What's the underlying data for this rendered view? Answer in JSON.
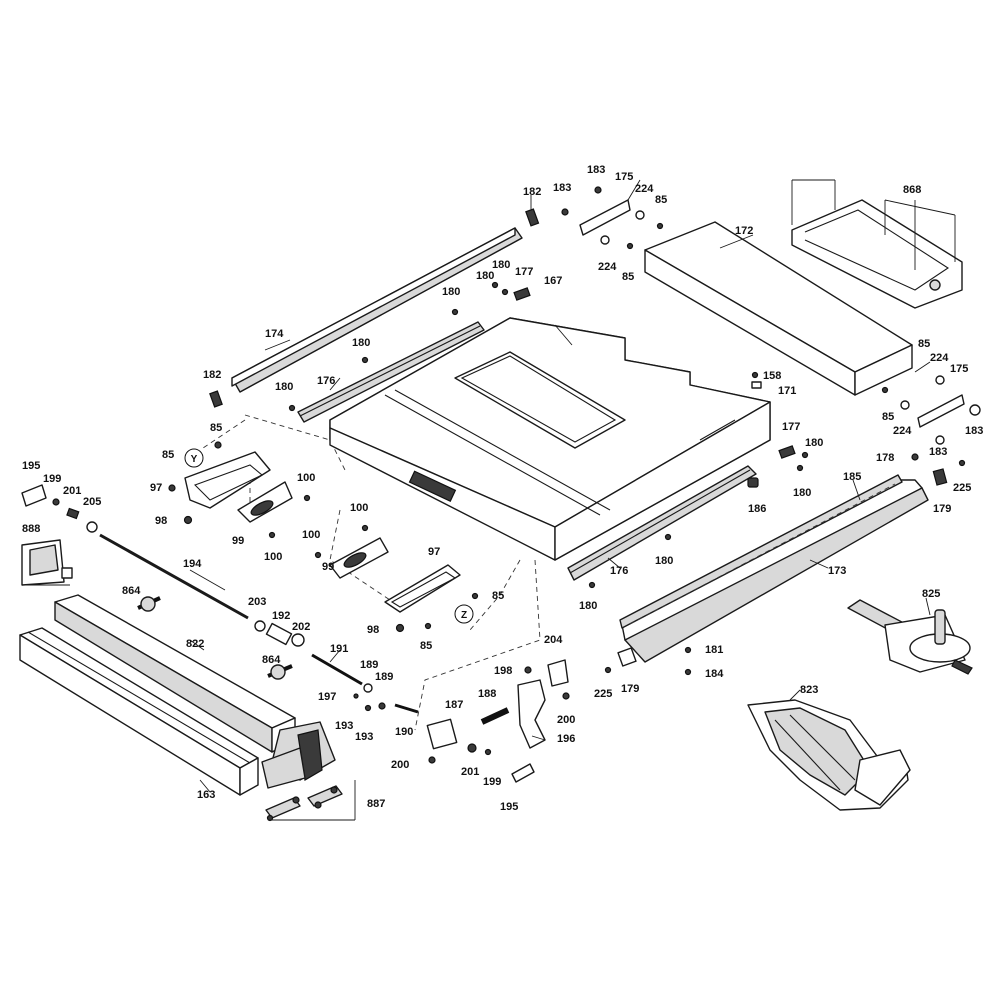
{
  "diagram": {
    "type": "exploded-parts-view",
    "view_markers": [
      "Y",
      "Z"
    ]
  },
  "callouts": [
    {
      "id": "c168",
      "text": "868"
    },
    {
      "id": "c172",
      "text": "172"
    },
    {
      "id": "c183a",
      "text": "183"
    },
    {
      "id": "c183b",
      "text": "183"
    },
    {
      "id": "c175a",
      "text": "175"
    },
    {
      "id": "c224a",
      "text": "224"
    },
    {
      "id": "c85a",
      "text": "85"
    },
    {
      "id": "c224b",
      "text": "224"
    },
    {
      "id": "c85b",
      "text": "85"
    },
    {
      "id": "c182a",
      "text": "182"
    },
    {
      "id": "c180a",
      "text": "180"
    },
    {
      "id": "c180b",
      "text": "180"
    },
    {
      "id": "c177a",
      "text": "177"
    },
    {
      "id": "c167",
      "text": "167"
    },
    {
      "id": "c180c",
      "text": "180"
    },
    {
      "id": "c174",
      "text": "174"
    },
    {
      "id": "c180d",
      "text": "180"
    },
    {
      "id": "c182b",
      "text": "182"
    },
    {
      "id": "c180e",
      "text": "180"
    },
    {
      "id": "c176a",
      "text": "176"
    },
    {
      "id": "c85c",
      "text": "85"
    },
    {
      "id": "c224c",
      "text": "224"
    },
    {
      "id": "c175b",
      "text": "175"
    },
    {
      "id": "c158",
      "text": "158"
    },
    {
      "id": "c171",
      "text": "171"
    },
    {
      "id": "c85d",
      "text": "85"
    },
    {
      "id": "c224d",
      "text": "224"
    },
    {
      "id": "c183c",
      "text": "183"
    },
    {
      "id": "c183d",
      "text": "183"
    },
    {
      "id": "c85e",
      "text": "85"
    },
    {
      "id": "c85f",
      "text": "85"
    },
    {
      "id": "c97a",
      "text": "97"
    },
    {
      "id": "c100a",
      "text": "100"
    },
    {
      "id": "c195a",
      "text": "195"
    },
    {
      "id": "c199a",
      "text": "199"
    },
    {
      "id": "c201a",
      "text": "201"
    },
    {
      "id": "c205",
      "text": "205"
    },
    {
      "id": "c98a",
      "text": "98"
    },
    {
      "id": "c99a",
      "text": "99"
    },
    {
      "id": "c100b",
      "text": "100"
    },
    {
      "id": "c177b",
      "text": "177"
    },
    {
      "id": "c180f",
      "text": "180"
    },
    {
      "id": "c180g",
      "text": "180"
    },
    {
      "id": "c178",
      "text": "178"
    },
    {
      "id": "c225a",
      "text": "225"
    },
    {
      "id": "c185",
      "text": "185"
    },
    {
      "id": "c186",
      "text": "186"
    },
    {
      "id": "c179a",
      "text": "179"
    },
    {
      "id": "c888",
      "text": "888"
    },
    {
      "id": "c100c",
      "text": "100"
    },
    {
      "id": "c100d",
      "text": "100"
    },
    {
      "id": "c180h",
      "text": "180"
    },
    {
      "id": "c176b",
      "text": "176"
    },
    {
      "id": "c173",
      "text": "173"
    },
    {
      "id": "c194",
      "text": "194"
    },
    {
      "id": "c99b",
      "text": "99"
    },
    {
      "id": "c97b",
      "text": "97"
    },
    {
      "id": "c85g",
      "text": "85"
    },
    {
      "id": "c180i",
      "text": "180"
    },
    {
      "id": "c864a",
      "text": "864"
    },
    {
      "id": "c203",
      "text": "203"
    },
    {
      "id": "c98b",
      "text": "98"
    },
    {
      "id": "c85h",
      "text": "85"
    },
    {
      "id": "c825",
      "text": "825"
    },
    {
      "id": "c822",
      "text": "822"
    },
    {
      "id": "c192",
      "text": "192"
    },
    {
      "id": "c202",
      "text": "202"
    },
    {
      "id": "c204",
      "text": "204"
    },
    {
      "id": "c181",
      "text": "181"
    },
    {
      "id": "c864b",
      "text": "864"
    },
    {
      "id": "c191",
      "text": "191"
    },
    {
      "id": "c189a",
      "text": "189"
    },
    {
      "id": "c189b",
      "text": "189"
    },
    {
      "id": "c198",
      "text": "198"
    },
    {
      "id": "c225b",
      "text": "225"
    },
    {
      "id": "c179b",
      "text": "179"
    },
    {
      "id": "c184",
      "text": "184"
    },
    {
      "id": "c197",
      "text": "197"
    },
    {
      "id": "c188",
      "text": "188"
    },
    {
      "id": "c823",
      "text": "823"
    },
    {
      "id": "c193a",
      "text": "193"
    },
    {
      "id": "c187",
      "text": "187"
    },
    {
      "id": "c200a",
      "text": "200"
    },
    {
      "id": "c193b",
      "text": "193"
    },
    {
      "id": "c190",
      "text": "190"
    },
    {
      "id": "c196",
      "text": "196"
    },
    {
      "id": "c200b",
      "text": "200"
    },
    {
      "id": "c201b",
      "text": "201"
    },
    {
      "id": "c199b",
      "text": "199"
    },
    {
      "id": "c163",
      "text": "163"
    },
    {
      "id": "c887",
      "text": "887"
    },
    {
      "id": "c195b",
      "text": "195"
    }
  ]
}
